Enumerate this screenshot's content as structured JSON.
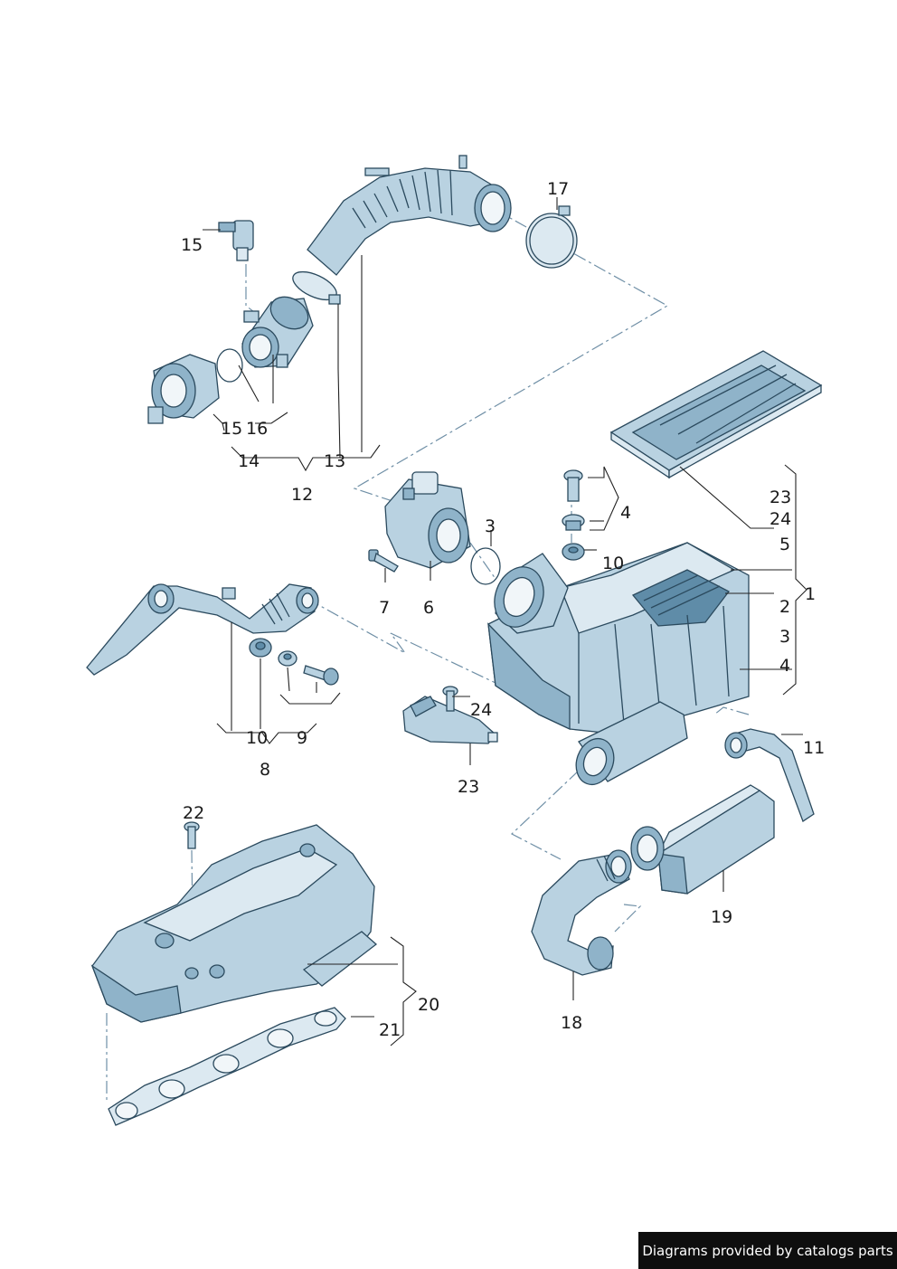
{
  "labels": {
    "l1": "1",
    "l2": "2",
    "l3a": "3",
    "l3b": "3",
    "l4a": "4",
    "l4b": "4",
    "l5": "5",
    "l6": "6",
    "l7": "7",
    "l8": "8",
    "l9": "9",
    "l10a": "10",
    "l10b": "10",
    "l11": "11",
    "l12": "12",
    "l13": "13",
    "l14": "14",
    "l15a": "15",
    "l15b": "15",
    "l16": "16",
    "l17": "17",
    "l18": "18",
    "l19": "19",
    "l20": "20",
    "l21": "21",
    "l22": "22",
    "l23a": "23",
    "l23b": "23",
    "l24a": "24",
    "l24b": "24"
  },
  "credit": "Diagrams provided by catalogs parts",
  "colors": {
    "part_light": "#dce9f1",
    "part_mid": "#b9d2e1",
    "part_dark": "#5f8ca8",
    "outline": "#2b4a5e",
    "dash_line": "#6f8fa6",
    "credit_bg": "#0e0e0e"
  }
}
